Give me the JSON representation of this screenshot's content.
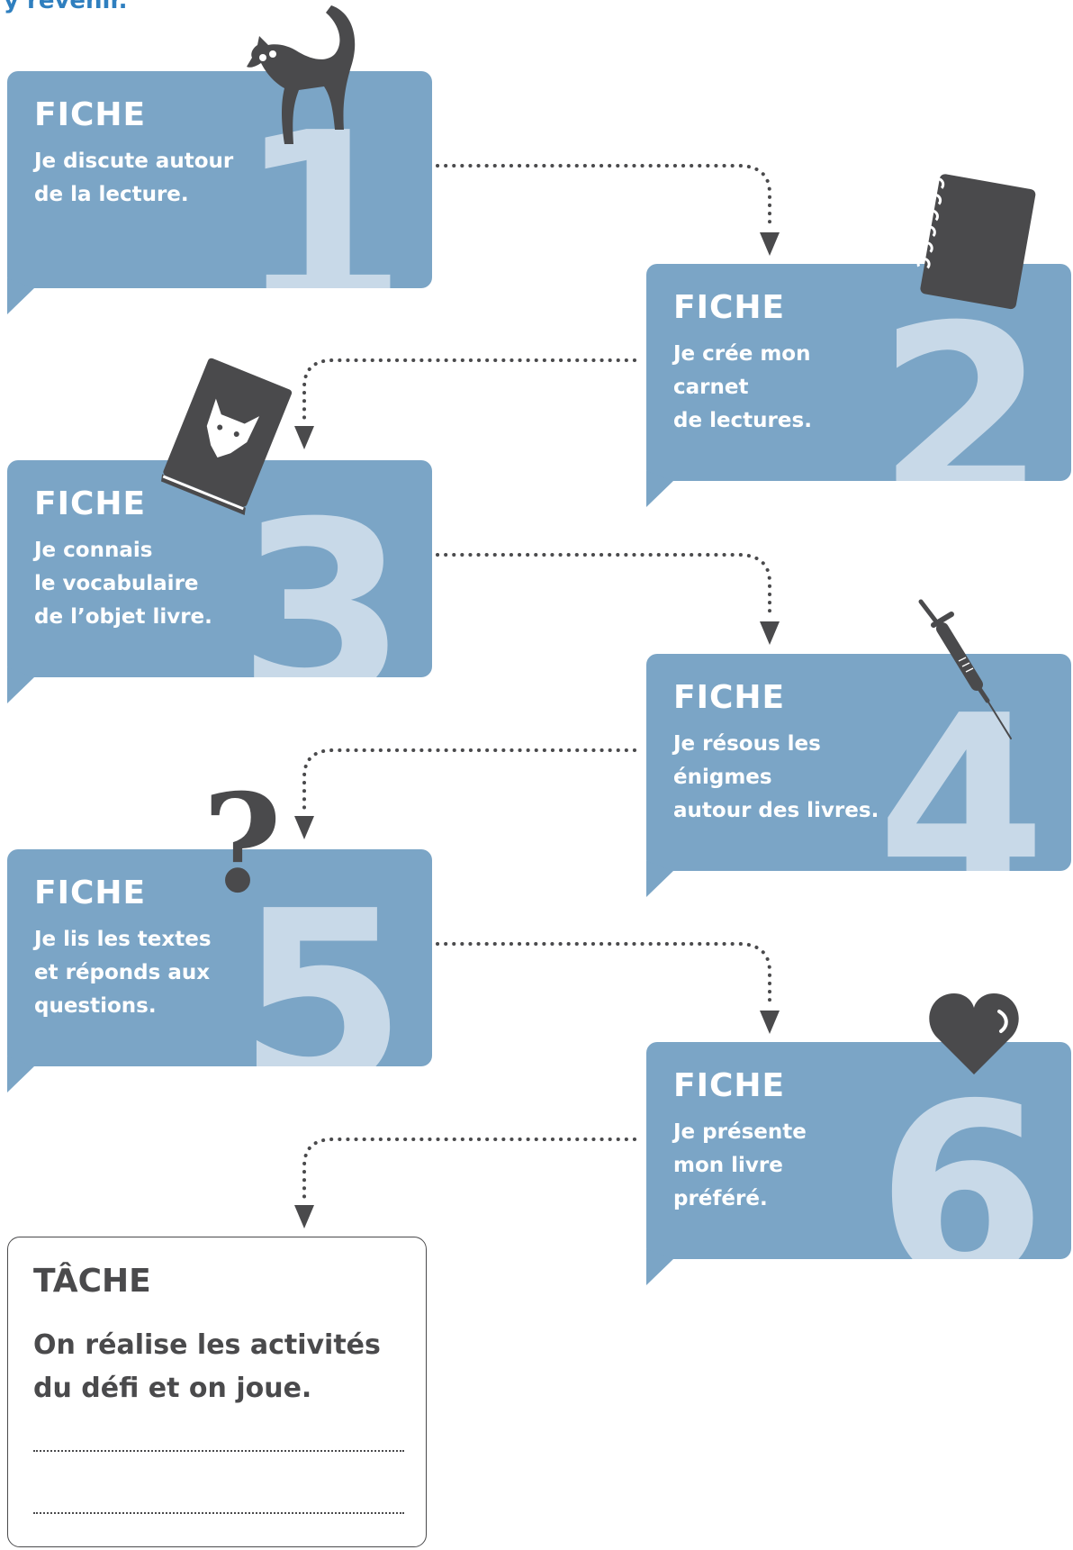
{
  "header": {
    "text": "y revenir."
  },
  "colors": {
    "card": "#7ba5c6",
    "number": "#c8d9e8",
    "dark": "#4a4a4c",
    "header": "#2f7fbf"
  },
  "steps": [
    {
      "label": "FICHE",
      "number": "1",
      "lines": [
        "Je discute autour",
        "de la lecture."
      ],
      "icon": "cat-icon"
    },
    {
      "label": "FICHE",
      "number": "2",
      "lines": [
        "Je crée mon carnet",
        "de lectures."
      ],
      "icon": "notebook-icon"
    },
    {
      "label": "FICHE",
      "number": "3",
      "lines": [
        "Je connais",
        "le vocabulaire",
        "de l’objet livre."
      ],
      "icon": "wolf-book-icon"
    },
    {
      "label": "FICHE",
      "number": "4",
      "lines": [
        "Je résous les énigmes",
        "autour des livres."
      ],
      "icon": "syringe-icon"
    },
    {
      "label": "FICHE",
      "number": "5",
      "lines": [
        "Je lis les textes",
        "et réponds aux",
        "questions."
      ],
      "icon": "question-mark-icon"
    },
    {
      "label": "FICHE",
      "number": "6",
      "lines": [
        "Je présente",
        "mon livre préféré."
      ],
      "icon": "heart-icon"
    }
  ],
  "task": {
    "title": "TÂCHE",
    "lines": [
      "On réalise les activités",
      "du défi et on joue."
    ]
  }
}
